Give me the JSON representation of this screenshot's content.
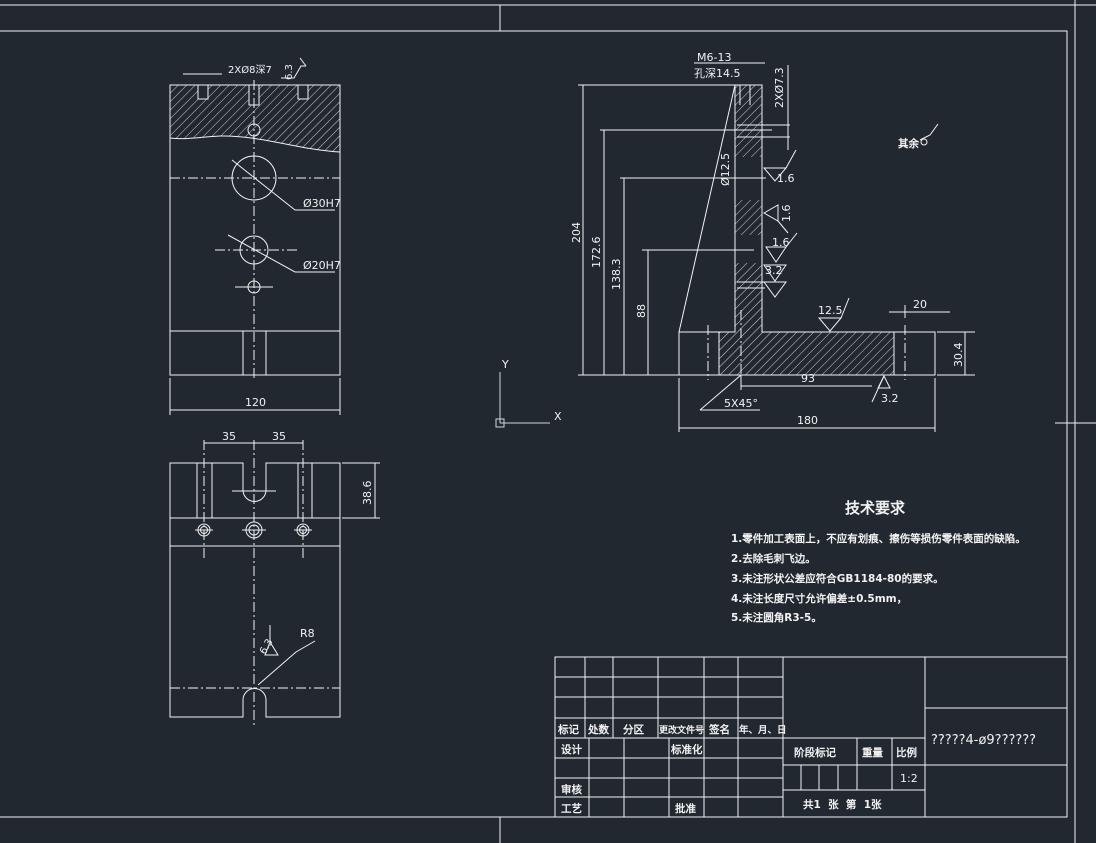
{
  "drawing": {
    "background_color": "#212830",
    "line_color": "#f2f2f2",
    "top_view": {
      "hole_note": "2XØ8深7",
      "roughness": "6.3",
      "dia30": "Ø30H7",
      "dia20": "Ø20H7",
      "width": "120"
    },
    "bottom_view": {
      "dim_left": "35",
      "dim_right": "35",
      "height": "38.6",
      "radius": "R8",
      "roughness": "6.3"
    },
    "side_view": {
      "thread": "M6-13",
      "hole_depth": "孔深14.5",
      "holes": "2XØ7.3",
      "dia": "Ø12.5",
      "h204": "204",
      "h172": "172.6",
      "h138": "138.3",
      "h88": "88",
      "r1": "1.6",
      "r2": "1.6",
      "r3": "1.6",
      "r4": "3.2",
      "r5": "12.5",
      "r6": "3.2",
      "w20": "20",
      "h30": "30.4",
      "w93": "93",
      "chamfer": "5X45°",
      "w180": "180",
      "rest": "其余"
    },
    "axes": {
      "y": "Y",
      "x": "X"
    }
  },
  "tech": {
    "title": "技术要求",
    "items": [
      "1.零件加工表面上，不应有划痕、擦伤等损伤零件表面的缺陷。",
      "2.去除毛刺飞边。",
      "3.未注形状公差应符合GB1184-80的要求。",
      "4.未注长度尺寸允许偏差±0.5mm，",
      "5.未注圆角R3-5。"
    ]
  },
  "title_block": {
    "mark": "标记",
    "count": "处数",
    "zone": "分区",
    "doc": "更改文件号",
    "sign": "签名",
    "date": "年、月、日",
    "design": "设计",
    "standard": "标准化",
    "review": "审核",
    "process": "工艺",
    "approve": "批准",
    "stage": "阶段标记",
    "weight": "重量",
    "scale_label": "比例",
    "scale": "1:2",
    "sheets": "共1  张  第  1张",
    "drawing_no": "?????4-ø9??????"
  }
}
